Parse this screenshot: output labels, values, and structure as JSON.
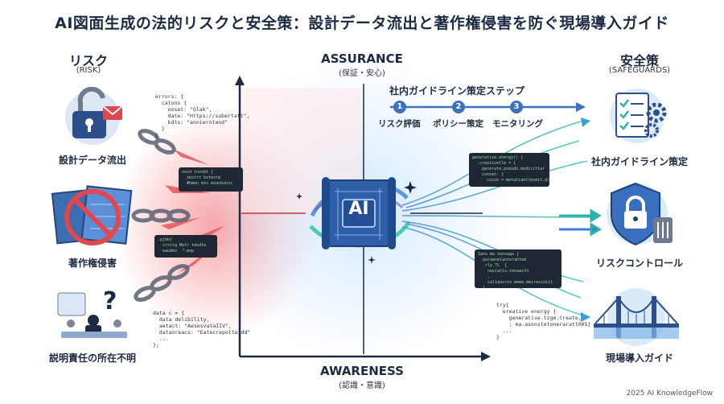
{
  "title": "AI図面生成の法的リスクと安全策：設計データ流出と著作権侵害を防ぐ現場導入ガイド",
  "risk": {
    "heading": "リスク",
    "sub": "(RISK)",
    "items": [
      "設計データ流出",
      "著作権侵害",
      "説明責任の所在不明"
    ]
  },
  "safeguards": {
    "heading": "安全策",
    "sub": "(SAFEGUARDS)",
    "items": [
      "社内ガイドライン策定",
      "リスクコントロール",
      "現場導入ガイド"
    ]
  },
  "axes": {
    "y_label": "ASSURANCE",
    "y_sub": "(保証・安心)",
    "x_label": "AWARENESS",
    "x_sub": "(認識・意識)"
  },
  "center": {
    "badge": "AI"
  },
  "steps": {
    "title": "社内ガイドライン策定ステップ",
    "items": [
      {
        "num": "1",
        "label": "リスク評価"
      },
      {
        "num": "2",
        "label": "ポリシー策定"
      },
      {
        "num": "3",
        "label": "モニタリング"
      }
    ]
  },
  "code_snippets": {
    "top_left": "errors: {\n  catons {\n    ooset: \"Glak\",\n    date: \"Hrtps://subertatt\",\n    kdts: \"annierotand\"\n  }\n}",
    "bottom_left": "data c = {\n  data delibility,\n  aetact: \"AesesvataIIV\",\n  dataoreacs: \"Eatecrepotteidd\"\n  ...\n};",
    "bottom_right": "try{\n  ereative energy {\n    generative.tzge.treate,\n    : ma.asonstetoneraratt005}\n  ...\n}"
  },
  "footer": "2025 AI KnowledgeFlow",
  "colors": {
    "risk": "#e0474f",
    "safe": "#2bb3a8",
    "accent": "#3f6fbf",
    "dark": "#1c2a44"
  }
}
